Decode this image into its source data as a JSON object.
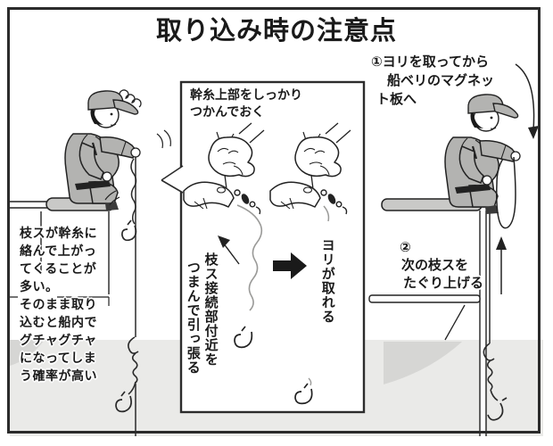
{
  "title": "取り込み時の注意点",
  "left_note": {
    "lines": [
      "枝スが幹糸に",
      "絡んで上がっ",
      "てくることが",
      "多い。",
      "そのまま取り",
      "込むと船内で",
      "グチャグチャ",
      "になってしま",
      "う確率が高い"
    ]
  },
  "callout_box": {
    "heading": [
      "幹糸上部をしっかり",
      "つかんでおく"
    ],
    "action_vertical": [
      "枝ス接続部付近を",
      "つまんで引っ張る"
    ],
    "result_vertical": "ヨリが取れる",
    "arrow_symbol": "→"
  },
  "right_panel": {
    "step1": [
      "①ヨリを取ってから",
      "船ベリのマグネッ",
      "ト板へ"
    ],
    "step2": [
      "②",
      "次の枝スを",
      "たぐり上げる"
    ]
  },
  "colors": {
    "ink": "#1a1a1a",
    "water": "#eaeae8",
    "foam": "#d6d6d4",
    "clothing": "#b3b3b1",
    "deck": "#c9c9c7"
  }
}
